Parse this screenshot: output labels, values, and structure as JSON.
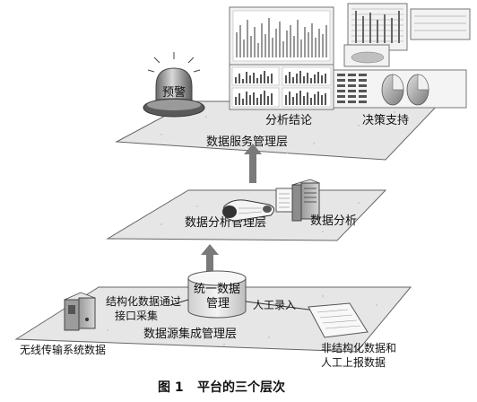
{
  "layers": {
    "top": "数据服务管理层",
    "middle": "数据分析管理层",
    "bottom": "数据源集成管理层"
  },
  "top_layer": {
    "warning_label": "预警",
    "analysis_conclusion_label": "分析结论",
    "decision_support_label": "决策支持"
  },
  "middle_layer": {
    "data_analysis_label": "数据分析"
  },
  "bottom_layer": {
    "database_label_line1": "统一数据",
    "database_label_line2": "管理",
    "structured_label_line1": "结构化数据通过",
    "structured_label_line2": "接口采集",
    "manual_entry_label": "人工录入",
    "wireless_label": "无线传输系统数据",
    "unstructured_label_line1": "非结构化数据和",
    "unstructured_label_line2": "人工上报数据"
  },
  "caption": {
    "figure_number": "图 1",
    "title": "平台的三个层次"
  },
  "colors": {
    "plane_fill": "#e6e6e6",
    "plane_stroke": "#666666",
    "arrow_fill": "#7a7a7a",
    "accent_dark": "#555555"
  }
}
